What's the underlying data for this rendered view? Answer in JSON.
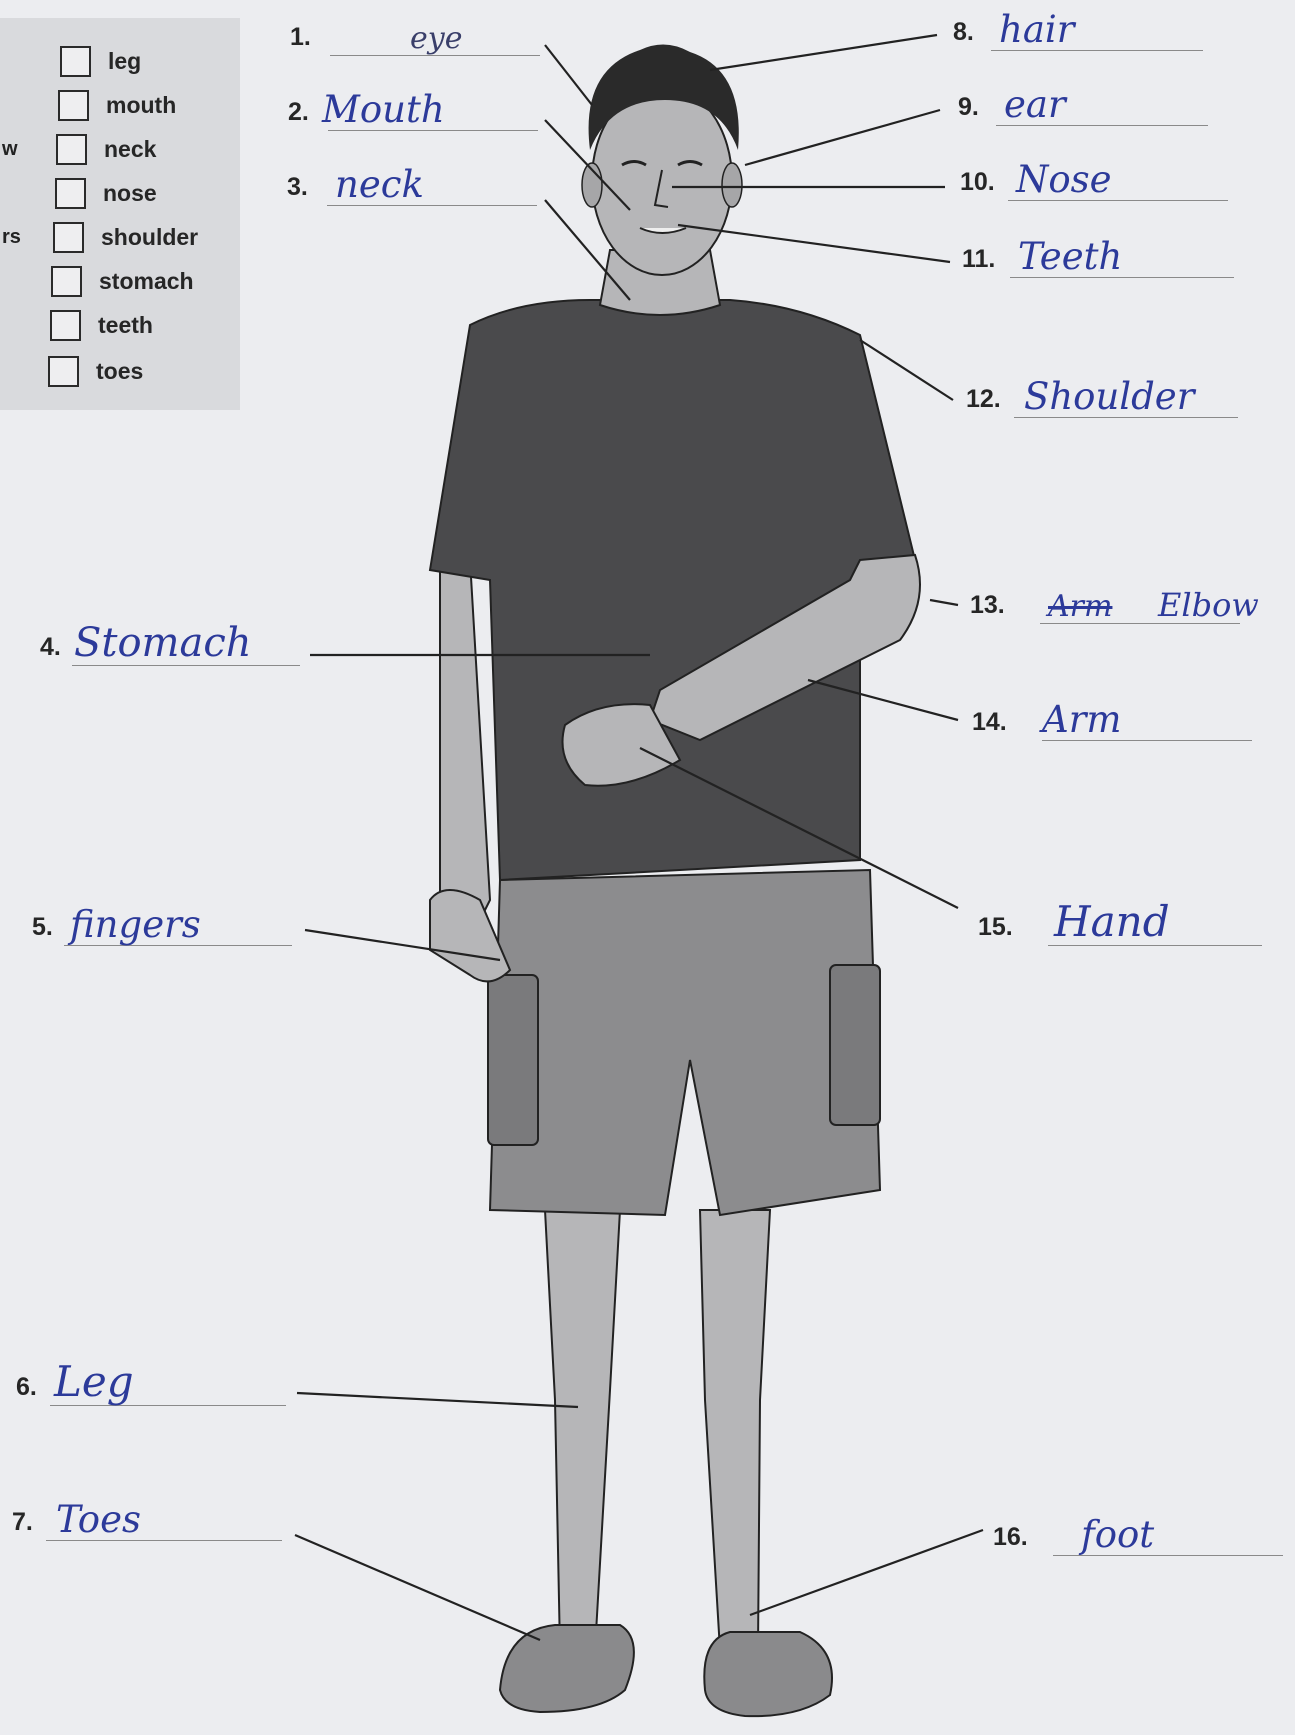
{
  "word_bank": {
    "edge_letters": [
      "w",
      "rs"
    ],
    "words": [
      "leg",
      "mouth",
      "neck",
      "nose",
      "shoulder",
      "stomach",
      "teeth",
      "toes"
    ]
  },
  "labels": [
    {
      "num": "1.",
      "answer": "eye"
    },
    {
      "num": "2.",
      "answer": "Mouth"
    },
    {
      "num": "3.",
      "answer": "neck"
    },
    {
      "num": "4.",
      "answer": "Stomach"
    },
    {
      "num": "5.",
      "answer": "fingers"
    },
    {
      "num": "6.",
      "answer": "Leg"
    },
    {
      "num": "7.",
      "answer": "Toes"
    },
    {
      "num": "8.",
      "answer": "hair"
    },
    {
      "num": "9.",
      "answer": "ear"
    },
    {
      "num": "10.",
      "answer": "Nose"
    },
    {
      "num": "11.",
      "answer": "Teeth"
    },
    {
      "num": "12.",
      "answer": "Shoulder"
    },
    {
      "num": "13.",
      "answer_struck": "Arm",
      "answer": "Elbow"
    },
    {
      "num": "14.",
      "answer": "Arm"
    },
    {
      "num": "15.",
      "answer": "Hand"
    },
    {
      "num": "16.",
      "answer": "foot"
    }
  ],
  "colors": {
    "ink": "#2c3a9a",
    "shirt": "#4a4a4c",
    "shorts": "#8c8c8e",
    "skin": "#b6b6b8",
    "hair": "#2a2a2a",
    "paper": "#ecedf0",
    "word_bank_bg": "#d9dadd"
  }
}
